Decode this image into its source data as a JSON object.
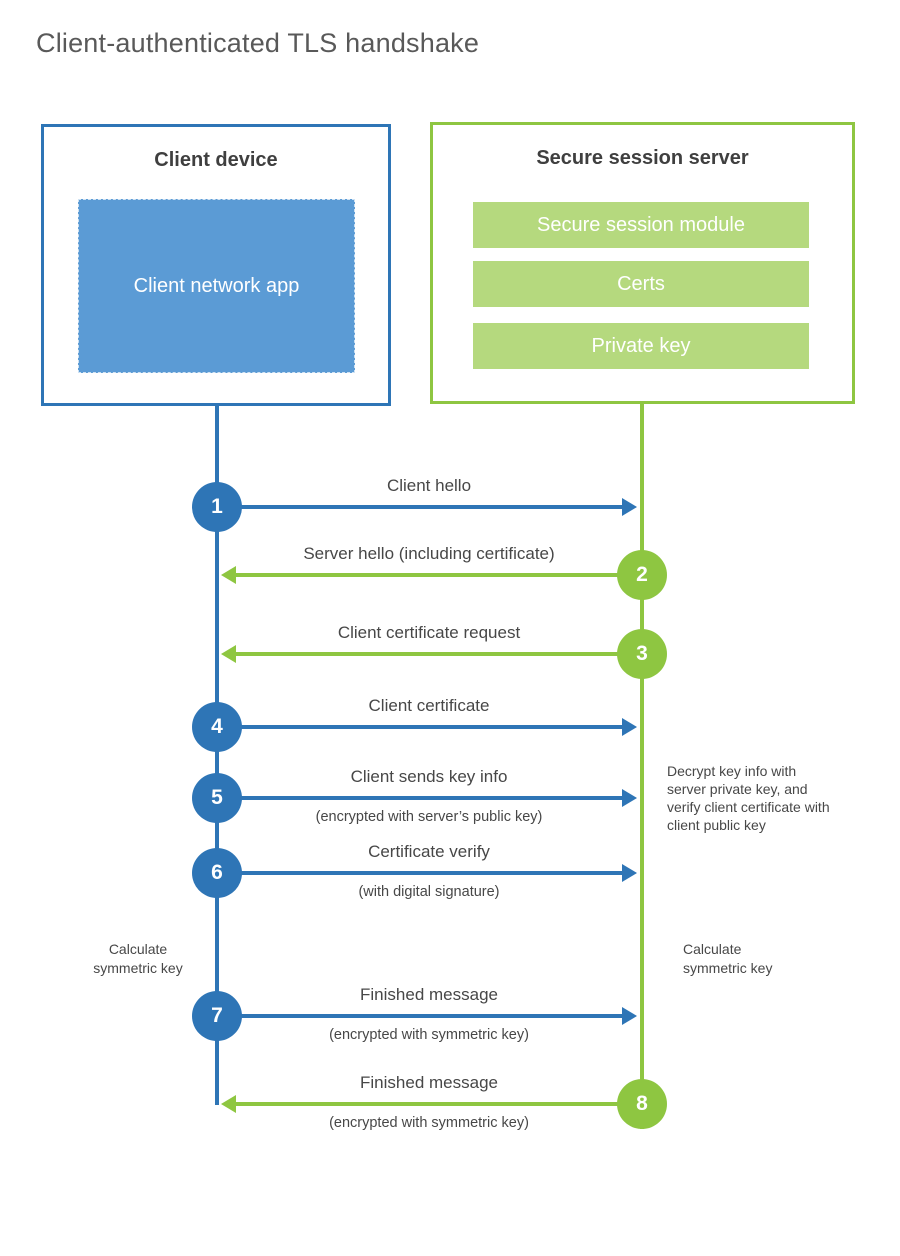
{
  "title": "Client-authenticated TLS handshake",
  "colors": {
    "blue_accent": "#2e75b6",
    "blue_fill": "#5b9bd5",
    "green_accent": "#8ec641",
    "green_fill": "#b5d97e",
    "heading_text": "#3f3f3f",
    "label_text": "#474747",
    "title_text": "#595959"
  },
  "client": {
    "title": "Client device",
    "module": "Client network app"
  },
  "server": {
    "title": "Secure session server",
    "modules": [
      "Secure session module",
      "Certs",
      "Private key"
    ]
  },
  "steps": [
    {
      "n": "1",
      "direction": "right",
      "color": "blue",
      "label": "Client hello",
      "sub": ""
    },
    {
      "n": "2",
      "direction": "left",
      "color": "green",
      "label": "Server hello (including certificate)",
      "sub": ""
    },
    {
      "n": "3",
      "direction": "left",
      "color": "green",
      "label": "Client certificate request",
      "sub": ""
    },
    {
      "n": "4",
      "direction": "right",
      "color": "blue",
      "label": "Client certificate",
      "sub": ""
    },
    {
      "n": "5",
      "direction": "right",
      "color": "blue",
      "label": "Client sends key info",
      "sub": "(encrypted with server’s public key)"
    },
    {
      "n": "6",
      "direction": "right",
      "color": "blue",
      "label": "Certificate verify",
      "sub": "(with digital signature)"
    },
    {
      "n": "7",
      "direction": "right",
      "color": "blue",
      "label": "Finished message",
      "sub": "(encrypted with symmetric key)"
    },
    {
      "n": "8",
      "direction": "left",
      "color": "green",
      "label": "Finished message",
      "sub": "(encrypted with symmetric key)"
    }
  ],
  "notes": {
    "decrypt": "Decrypt key info with server private key, and verify client certificate with client public key",
    "calc_left": "Calculate symmetric key",
    "calc_right": "Calculate symmetric key"
  }
}
